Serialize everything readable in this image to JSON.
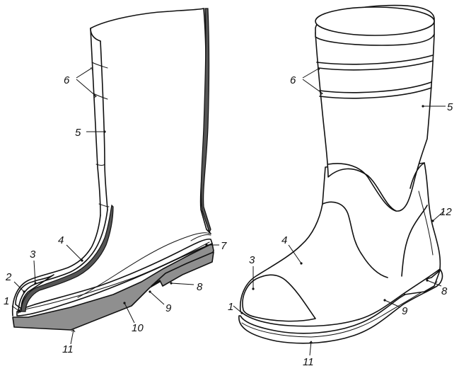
{
  "left_boot": {
    "labels": {
      "n1": "1",
      "n2": "2",
      "n3": "3",
      "n4": "4",
      "n5": "5",
      "n6": "6",
      "n7": "7",
      "n8": "8",
      "n9": "9",
      "n10": "10",
      "n11": "11"
    }
  },
  "right_boot": {
    "labels": {
      "n1": "1",
      "n3": "3",
      "n4": "4",
      "n5": "5",
      "n6": "6",
      "n8": "8",
      "n9": "9",
      "n11": "11",
      "n12": "12"
    }
  }
}
